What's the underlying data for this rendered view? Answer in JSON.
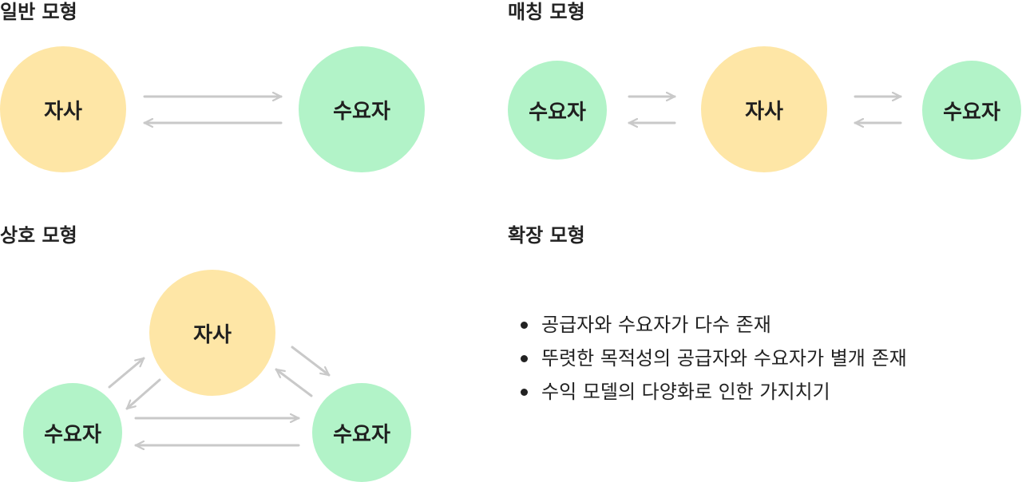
{
  "colors": {
    "company": "#fee6a6",
    "demand": "#b2f3c8",
    "arrow": "#c9c9c9",
    "text": "#222222"
  },
  "general_model": {
    "title": "일반 모형",
    "company": "자사",
    "demand": "수요자"
  },
  "matching_model": {
    "title": "매칭 모형",
    "left_demand": "수요자",
    "company": "자사",
    "right_demand": "수요자"
  },
  "mutual_model": {
    "title": "상호 모형",
    "company": "자사",
    "left_demand": "수요자",
    "right_demand": "수요자"
  },
  "expansion_model": {
    "title": "확장 모형",
    "bullets": [
      "공급자와 수요자가 다수 존재",
      "뚜렷한 목적성의 공급자와 수요자가 별개 존재",
      "수익 모델의 다양화로 인한 가지치기"
    ]
  }
}
